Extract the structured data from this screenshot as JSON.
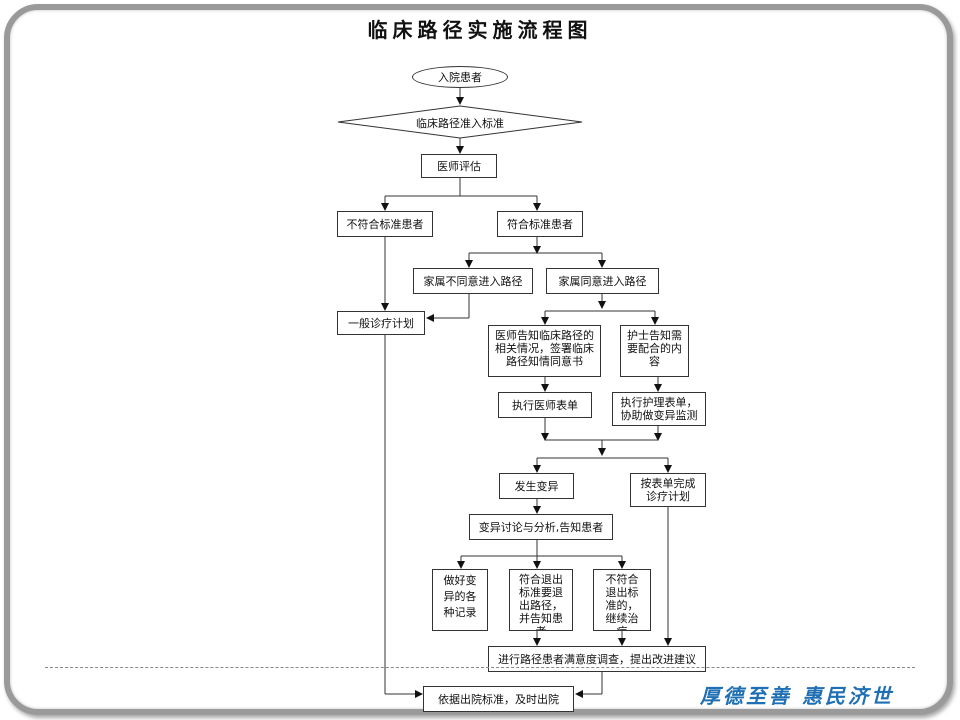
{
  "title": "临床路径实施流程图",
  "nodes": {
    "admission": "入院患者",
    "criteria": "临床路径准入标准",
    "doctor_eval": "医师评估",
    "not_eligible": "不符合标准患者",
    "eligible": "符合标准患者",
    "family_disagree": "家属不同意进入路径",
    "family_agree": "家属同意进入路径",
    "general_plan": "一般诊疗计划",
    "doctor_inform": "医师告知临床路径的相关情况，签署临床路径知情同意书",
    "nurse_inform": "护士告知需要配合的内容",
    "exec_doctor_form": "执行医师表单",
    "exec_nurse_form": "执行护理表单，协助做变异监测",
    "variation": "发生变异",
    "complete_plan": "按表单完成诊疗计划",
    "variation_discuss": "变异讨论与分析,告知患者",
    "record_variation": "做好变异的各种记录",
    "exit_path": "符合退出标准要退出路径，并告知患者",
    "continue_treat": "不符合退出标准的，继续治疗",
    "survey": "进行路径患者满意度调查，提出改进建议",
    "discharge": "依据出院标准，及时出院"
  },
  "footer": {
    "motto": "厚德至善 惠民济世"
  },
  "colors": {
    "motto": "#1f6fb5",
    "frame": "#9a9a9a",
    "line": "#333333"
  }
}
